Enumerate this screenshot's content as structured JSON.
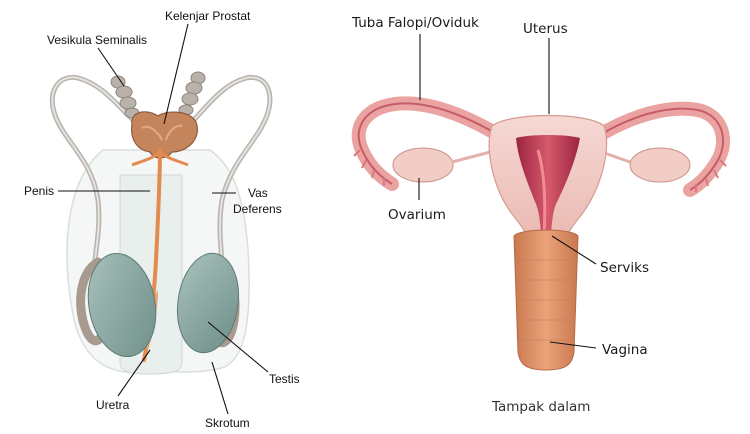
{
  "male": {
    "labels": {
      "kelenjar_prostat": "Kelenjar Prostat",
      "vesikula_seminalis": "Vesikula Seminalis",
      "penis": "Penis",
      "vas_deferens_1": "Vas",
      "vas_deferens_2": "Deferens",
      "testis": "Testis",
      "uretra": "Uretra",
      "skrotum": "Skrotum"
    }
  },
  "female": {
    "labels": {
      "tuba_falopi": "Tuba Falopi/Oviduk",
      "uterus": "Uterus",
      "ovarium": "Ovarium",
      "serviks": "Serviks",
      "vagina": "Vagina"
    },
    "caption": "Tampak dalam"
  },
  "colors": {
    "tissue_pink": "#f1c9c4",
    "uterus_red": "#b0304a",
    "vagina_orange": "#d9875d",
    "testis_teal": "#8aa7a1",
    "prostate_brown": "#c5855c",
    "leader_line": "#111111"
  }
}
